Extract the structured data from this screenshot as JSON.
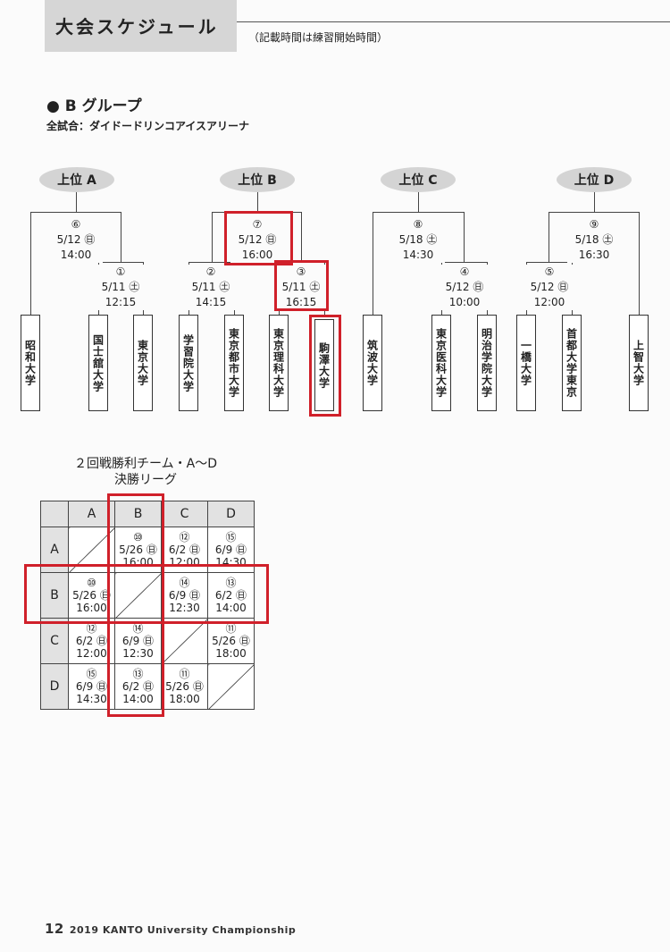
{
  "header": {
    "title": "大会スケジュール",
    "note": "（記載時間は練習開始時間）"
  },
  "group": {
    "title": "● B グループ",
    "venue": "全試合：ダイドードリンコアイスアリーナ"
  },
  "pools": [
    "上位 A",
    "上位 B",
    "上位 C",
    "上位 D"
  ],
  "matches": [
    {
      "no": "⑥",
      "date": "5/12 ㊐",
      "time": "14:00"
    },
    {
      "no": "①",
      "date": "5/11 ㊏",
      "time": "12:15"
    },
    {
      "no": "⑦",
      "date": "5/12 ㊐",
      "time": "16:00"
    },
    {
      "no": "②",
      "date": "5/11 ㊏",
      "time": "14:15"
    },
    {
      "no": "③",
      "date": "5/11 ㊏",
      "time": "16:15"
    },
    {
      "no": "⑧",
      "date": "5/18 ㊏",
      "time": "14:30"
    },
    {
      "no": "④",
      "date": "5/12 ㊐",
      "time": "10:00"
    },
    {
      "no": "⑨",
      "date": "5/18 ㊏",
      "time": "16:30"
    },
    {
      "no": "⑤",
      "date": "5/12 ㊐",
      "time": "12:00"
    }
  ],
  "teams": [
    "昭和大学",
    "国士舘大学",
    "東京大学",
    "学習院大学",
    "東京都市大学",
    "東京理科大学",
    "駒澤大学",
    "筑波大学",
    "東京医科大学",
    "明治学院大学",
    "一橋大学",
    "首都大学東京",
    "上智大学"
  ],
  "league": {
    "title1": "２回戦勝利チーム・A～D",
    "title2": "決勝リーグ",
    "headers": [
      "A",
      "B",
      "C",
      "D"
    ],
    "rows": [
      {
        "label": "A",
        "cells": [
          null,
          {
            "no": "⑩",
            "date": "5/26 ㊐",
            "time": "16:00"
          },
          {
            "no": "⑫",
            "date": "6/2 ㊐",
            "time": "12:00"
          },
          {
            "no": "⑮",
            "date": "6/9 ㊐",
            "time": "14:30"
          }
        ]
      },
      {
        "label": "B",
        "cells": [
          {
            "no": "⑩",
            "date": "5/26 ㊐",
            "time": "16:00"
          },
          null,
          {
            "no": "⑭",
            "date": "6/9 ㊐",
            "time": "12:30"
          },
          {
            "no": "⑬",
            "date": "6/2 ㊐",
            "time": "14:00"
          }
        ]
      },
      {
        "label": "C",
        "cells": [
          {
            "no": "⑫",
            "date": "6/2 ㊐",
            "time": "12:00"
          },
          {
            "no": "⑭",
            "date": "6/9 ㊐",
            "time": "12:30"
          },
          null,
          {
            "no": "⑪",
            "date": "5/26 ㊐",
            "time": "18:00"
          }
        ]
      },
      {
        "label": "D",
        "cells": [
          {
            "no": "⑮",
            "date": "6/9 ㊐",
            "time": "14:30"
          },
          {
            "no": "⑬",
            "date": "6/2 ㊐",
            "time": "14:00"
          },
          {
            "no": "⑪",
            "date": "5/26 ㊐",
            "time": "18:00"
          },
          null
        ]
      }
    ]
  },
  "footer": {
    "page": "12",
    "text": "2019 KANTO University Championship"
  },
  "colors": {
    "highlight": "#d0202a",
    "pool_bg": "#d4d4d4",
    "header_bg": "#d6d6d6"
  }
}
